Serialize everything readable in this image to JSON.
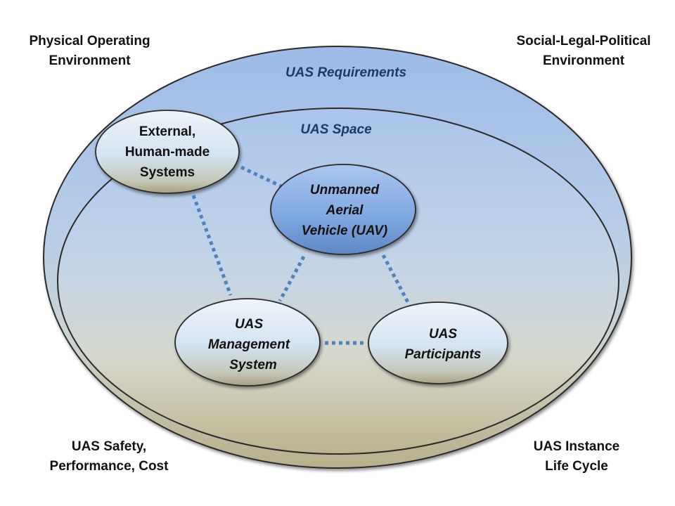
{
  "corners": {
    "physical_operating_environment": [
      "Physical Operating",
      "Environment"
    ],
    "social_legal_political_environment": [
      "Social-Legal-Political",
      "Environment"
    ],
    "uas_safety_performance_cost": [
      "UAS Safety,",
      "Performance, Cost"
    ],
    "uas_instance_life_cycle": [
      "UAS Instance",
      "Life Cycle"
    ]
  },
  "regions": {
    "outer_label": "UAS Requirements",
    "inner_label": "UAS Space"
  },
  "nodes": {
    "external_systems": [
      "External,",
      "Human-made",
      "Systems"
    ],
    "uav": [
      "Unmanned",
      "Aerial",
      "Vehicle (UAV)"
    ],
    "management_system": [
      "UAS",
      "Management",
      "System"
    ],
    "participants": [
      "UAS",
      "Participants"
    ]
  },
  "colors": {
    "outer_top": "#a4c2ea",
    "outer_bottom": "#c9c3a3",
    "connector": "#4f81bd",
    "uav_fill": "#7fa8e0"
  }
}
